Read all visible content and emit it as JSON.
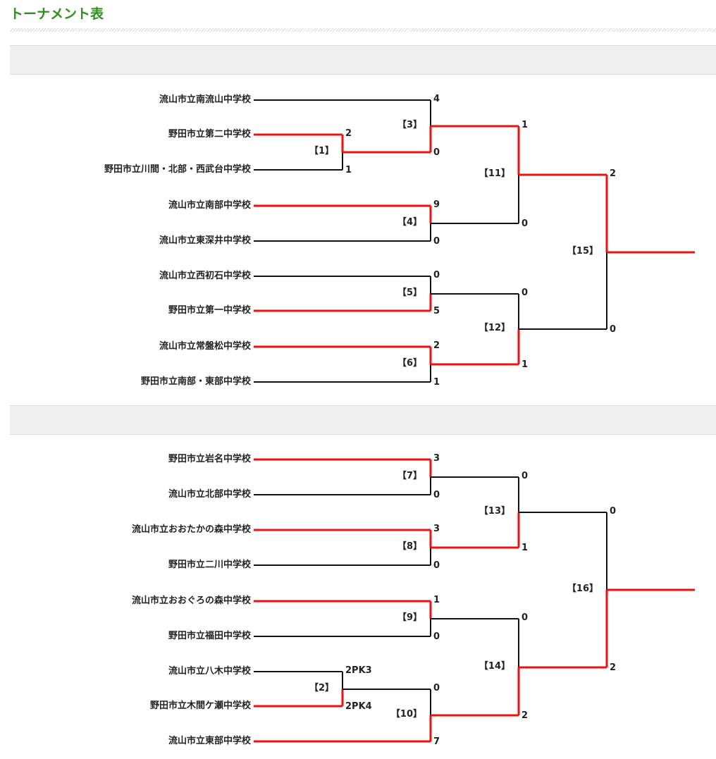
{
  "page": {
    "title": "トーナメント表"
  },
  "brackets": [
    {
      "name": "block-a",
      "teams": [
        "流山市立南流山中学校",
        "野田市立第二中学校",
        "野田市立川間・北部・西武台中学校",
        "流山市立南部中学校",
        "流山市立東深井中学校",
        "流山市立西初石中学校",
        "野田市立第一中学校",
        "流山市立常盤松中学校",
        "野田市立南部・東部中学校"
      ],
      "matches": [
        {
          "id": "【1】",
          "top": "2",
          "bottom": "1"
        },
        {
          "id": "【3】",
          "top": "4",
          "bottom": "0"
        },
        {
          "id": "【4】",
          "top": "9",
          "bottom": "0"
        },
        {
          "id": "【5】",
          "top": "0",
          "bottom": "5"
        },
        {
          "id": "【6】",
          "top": "2",
          "bottom": "1"
        },
        {
          "id": "【11】",
          "top": "1",
          "bottom": "0"
        },
        {
          "id": "【12】",
          "top": "0",
          "bottom": "1"
        },
        {
          "id": "【15】",
          "top": "2",
          "bottom": "0"
        }
      ]
    },
    {
      "name": "block-b",
      "teams": [
        "野田市立岩名中学校",
        "流山市立北部中学校",
        "流山市立おおたかの森中学校",
        "野田市立二川中学校",
        "流山市立おおぐろの森中学校",
        "野田市立福田中学校",
        "流山市立八木中学校",
        "野田市立木間ケ瀬中学校",
        "流山市立東部中学校"
      ],
      "matches": [
        {
          "id": "【7】",
          "top": "3",
          "bottom": "0"
        },
        {
          "id": "【8】",
          "top": "3",
          "bottom": "0"
        },
        {
          "id": "【9】",
          "top": "1",
          "bottom": "0"
        },
        {
          "id": "【2】",
          "top": "2PK3",
          "bottom": "2PK4"
        },
        {
          "id": "【10】",
          "top": "0",
          "bottom": "7"
        },
        {
          "id": "【13】",
          "top": "0",
          "bottom": "1"
        },
        {
          "id": "【14】",
          "top": "0",
          "bottom": "2"
        },
        {
          "id": "【16】",
          "top": "0",
          "bottom": "2"
        }
      ]
    }
  ]
}
